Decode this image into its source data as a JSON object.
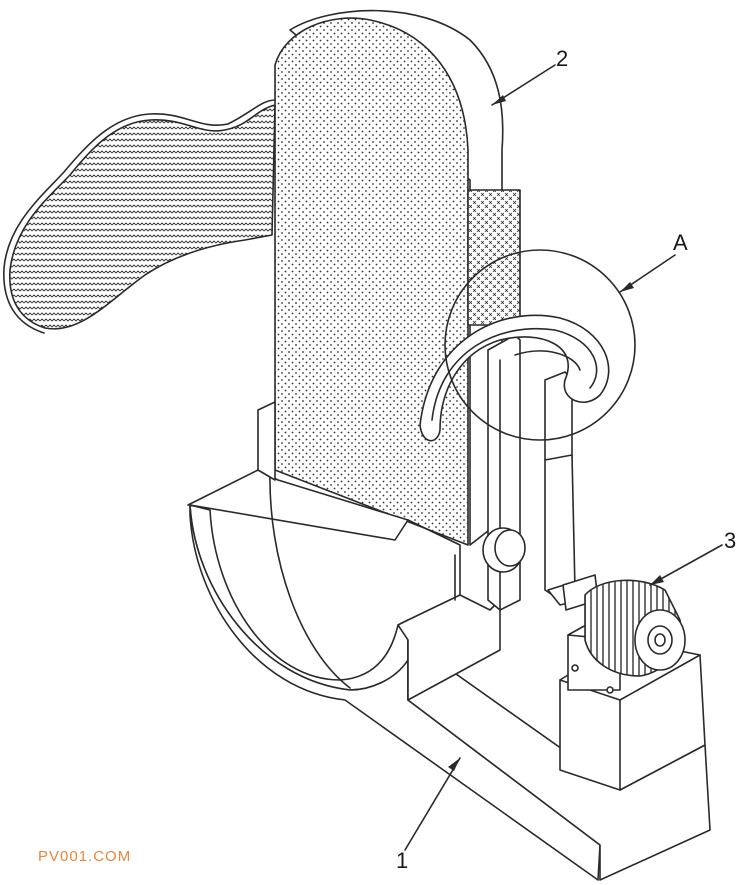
{
  "labels": {
    "part_1": "1",
    "part_2": "2",
    "part_3": "3",
    "detail_a": "A"
  },
  "watermark": {
    "text": "PV001.COM",
    "color": "#e8863a"
  },
  "colors": {
    "line": "#2a2a2a",
    "background": "#ffffff"
  }
}
